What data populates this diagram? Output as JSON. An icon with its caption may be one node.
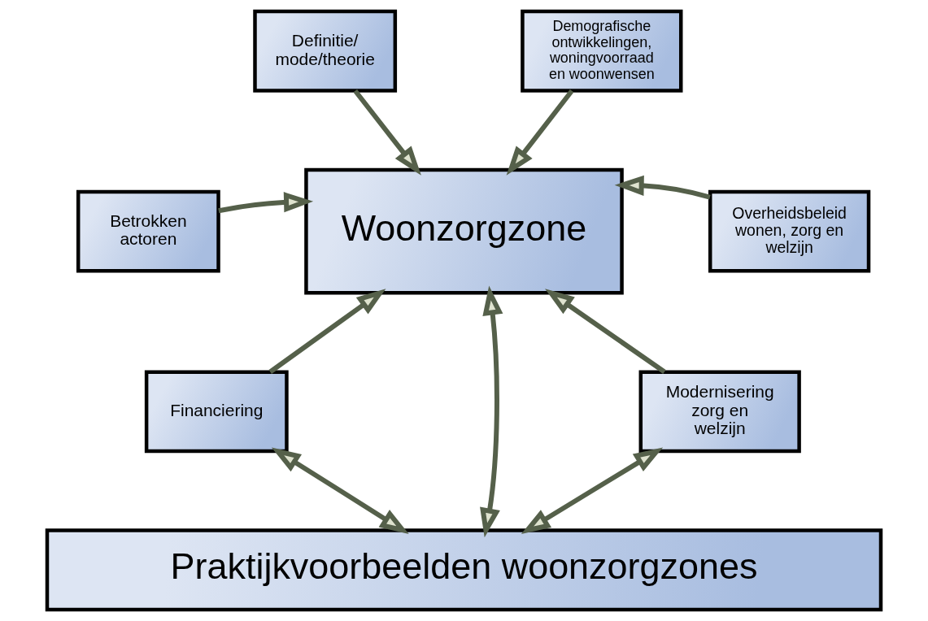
{
  "diagram": {
    "nodes": [
      {
        "text": [
          "Definitie/ mode/theorie"
        ]
      },
      {
        "text": [
          "Demografische ontwikkelingen, woningvoorraad en woonwensen"
        ]
      },
      {
        "text": [
          "Betrokken actoren"
        ]
      },
      {
        "text": [
          "Woonzorgzone"
        ]
      },
      {
        "text": [
          "Overheidsbeleid wonen, zorg en welzijn"
        ]
      },
      {
        "text": [
          "Financiering"
        ]
      },
      {
        "text": [
          "Modernisering zorg en welzijn"
        ]
      },
      {
        "text": [
          "Praktijkvoorbeelden woonzorgzones"
        ]
      }
    ],
    "edges": [
      {
        "from": 0,
        "to": 3,
        "arrow": "to"
      },
      {
        "from": 1,
        "to": 3,
        "arrow": "to"
      },
      {
        "from": 2,
        "to": 3,
        "arrow": "to"
      },
      {
        "from": 4,
        "to": 3,
        "arrow": "to"
      },
      {
        "from": 5,
        "to": 3,
        "arrow": "to"
      },
      {
        "from": 6,
        "to": 3,
        "arrow": "to"
      },
      {
        "from": 5,
        "to": 7,
        "arrow": "both"
      },
      {
        "from": 3,
        "to": 7,
        "arrow": "both"
      },
      {
        "from": 6,
        "to": 7,
        "arrow": "both"
      }
    ]
  }
}
